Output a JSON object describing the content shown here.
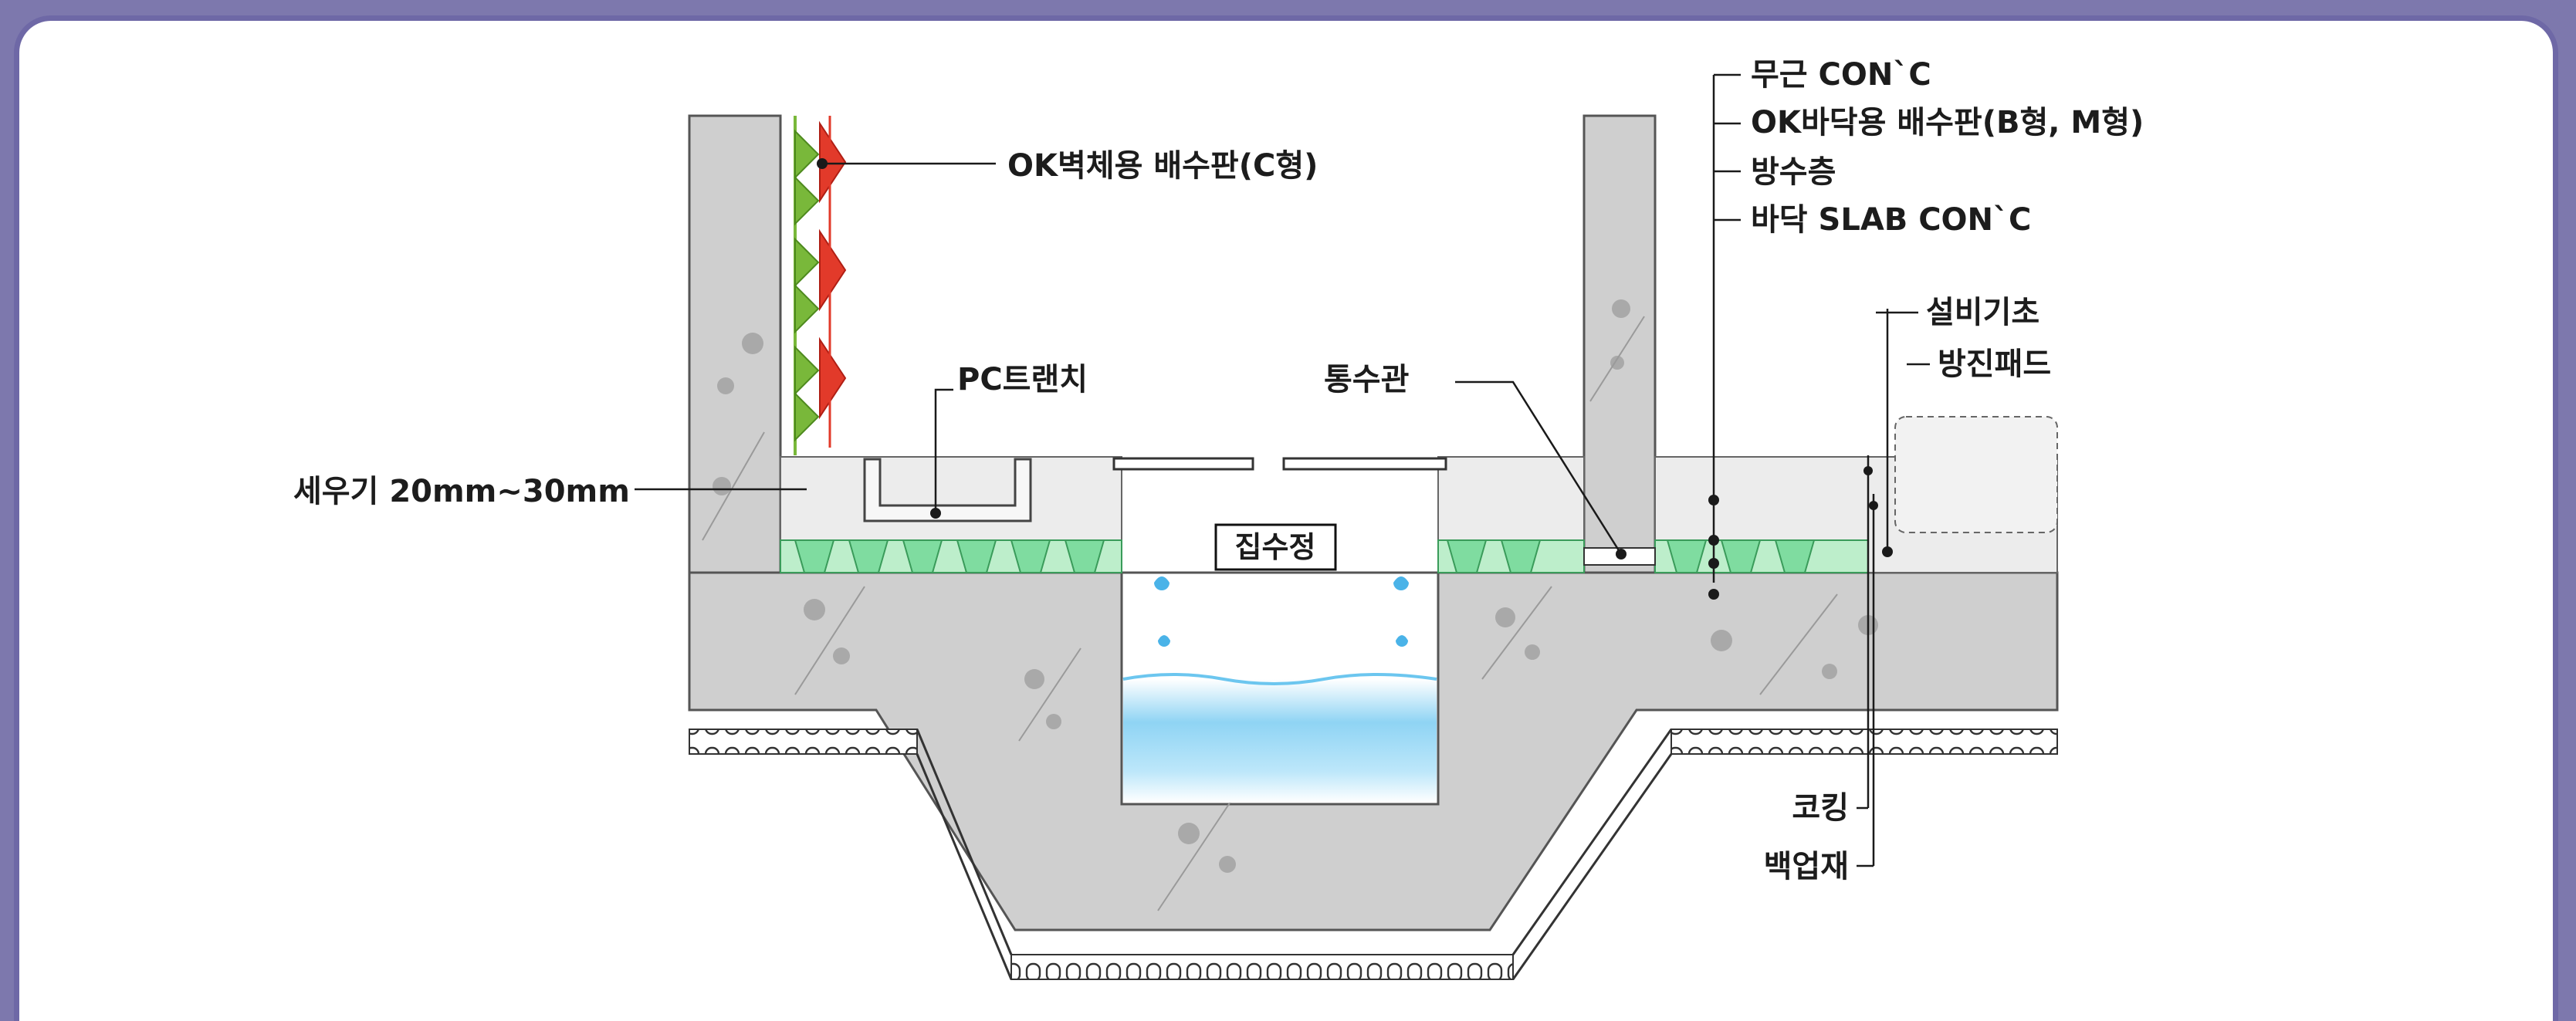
{
  "labels": {
    "wall_drain_board": "OK벽체용 배수판(C형)",
    "pc_trench": "PC트랜치",
    "through_pipe": "통수관",
    "setting_gap": "세우기 20mm~30mm",
    "sump": "집수정",
    "topping_concrete": "무근 CON`C",
    "floor_drain_board": "OK바닥용 배수판(B형, M형)",
    "waterproof_layer": "방수층",
    "floor_slab": "바닥 SLAB CON`C",
    "equipment_base": "설비기초",
    "vibration_pad": "방진패드",
    "caulking": "코킹",
    "backup_material": "백업재"
  },
  "colors": {
    "frame_border": "#6e68a6",
    "page_background": "#7d78ad",
    "concrete": "#cfcfcf",
    "concrete_topping": "#ececec",
    "drain_board_green": "#7fdca0",
    "wall_board_green": "#79b83a",
    "wall_board_red": "#e23a2a",
    "water_blue": "#7ccbf0",
    "leader_line": "#1a1a1a"
  }
}
